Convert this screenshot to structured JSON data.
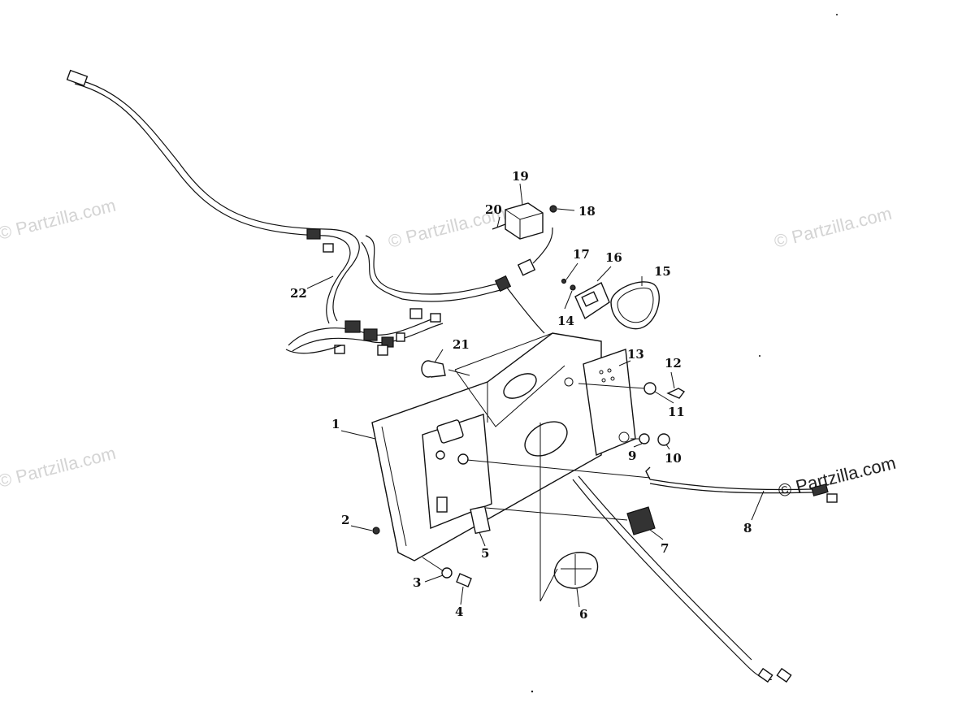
{
  "watermarks": {
    "text": "© Partzilla.com"
  },
  "callouts": {
    "c1": "1",
    "c2": "2",
    "c3": "3",
    "c4": "4",
    "c5": "5",
    "c6": "6",
    "c7": "7",
    "c8": "8",
    "c9": "9",
    "c10": "10",
    "c11": "11",
    "c12": "12",
    "c13": "13",
    "c14": "14",
    "c15": "15",
    "c16": "16",
    "c17": "17",
    "c18": "18",
    "c19": "19",
    "c20": "20",
    "c21": "21",
    "c22": "22"
  },
  "colors": {
    "line": "#111111",
    "watermark": "#d4d4d4",
    "background": "#ffffff"
  }
}
